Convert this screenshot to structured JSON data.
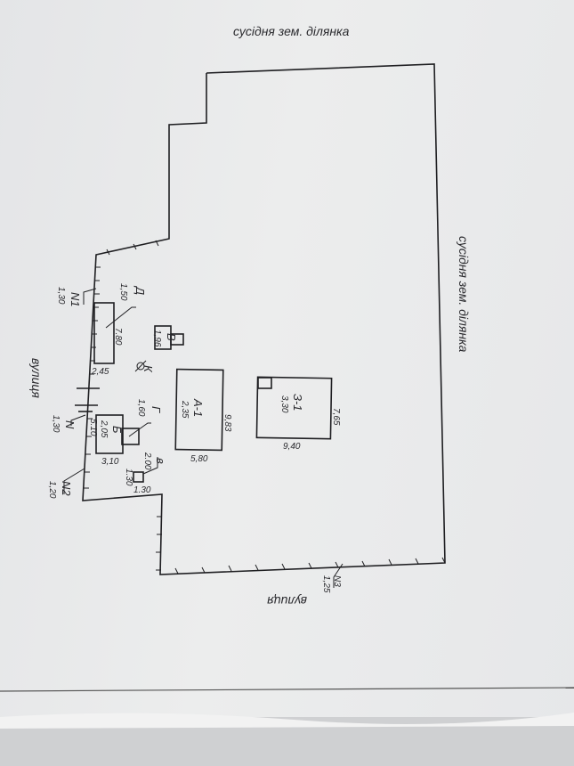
{
  "labels": {
    "neighbor_top": "сусідня зем. ділянка",
    "neighbor_right": "сусідня зем. ділянка",
    "street_left": "вулиця",
    "street_bottom": "вулиця"
  },
  "buildings": {
    "a1": {
      "name": "А-1",
      "value": "2,35",
      "dim_w": "5,80",
      "dim_h": "9,83"
    },
    "z1": {
      "name": "З-1",
      "value": "3,30",
      "dim_w": "9,40",
      "dim_h": "7,65"
    },
    "b": {
      "name": "Б",
      "value": "2,05",
      "dim_w": "3,10",
      "dim_h": "5.10"
    },
    "v": {
      "name": "В",
      "value": "1,96"
    },
    "d": {
      "name": "Д",
      "value": "1,50",
      "dim_h": "7.80",
      "dim_w": "2,45"
    },
    "g": {
      "name": "Г",
      "value": "1,60"
    },
    "v_small": {
      "name": "в",
      "value": "2.00",
      "dim_w": "1.30",
      "dim_h": "1.30"
    },
    "well": {
      "name": "К"
    }
  },
  "markers": [
    {
      "name": "N1",
      "value": "1,30"
    },
    {
      "name": "N",
      "value": "1,30"
    },
    {
      "name": "N2",
      "value": "1,20"
    },
    {
      "name": "N3",
      "value": "1,25"
    }
  ]
}
